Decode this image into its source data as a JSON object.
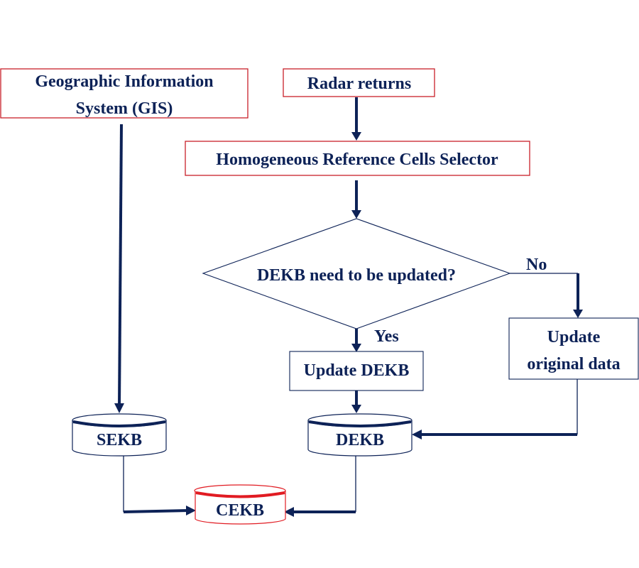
{
  "diagram": {
    "type": "flowchart",
    "colors": {
      "text": "#0d2257",
      "line": "#0d2257",
      "source_border": "#c8202a",
      "output_store": "#e11b22"
    },
    "nodes": {
      "gis": {
        "lines": [
          "Geographic Information",
          "System  (GIS)"
        ],
        "shape": "process-box"
      },
      "radar": {
        "lines": [
          "Radar returns"
        ],
        "shape": "process-box"
      },
      "selector": {
        "lines": [
          "Homogeneous Reference Cells Selector"
        ],
        "shape": "process-box"
      },
      "decision": {
        "lines": [
          "DEKB need to be updated?"
        ],
        "shape": "decision-diamond"
      },
      "update_dekb": {
        "lines": [
          "Update DEKB"
        ],
        "shape": "process-box"
      },
      "update_original": {
        "lines": [
          "Update",
          "original data"
        ],
        "shape": "process-box"
      },
      "sekb": {
        "lines": [
          "SEKB"
        ],
        "shape": "database-cylinder"
      },
      "dekb": {
        "lines": [
          "DEKB"
        ],
        "shape": "database-cylinder"
      },
      "cekb": {
        "lines": [
          "CEKB"
        ],
        "shape": "database-cylinder"
      }
    },
    "edge_labels": {
      "yes": "Yes",
      "no": "No"
    },
    "edges": [
      {
        "from": "radar",
        "to": "selector"
      },
      {
        "from": "selector",
        "to": "decision"
      },
      {
        "from": "decision",
        "to": "update_dekb",
        "label": "Yes"
      },
      {
        "from": "decision",
        "to": "update_original",
        "label": "No"
      },
      {
        "from": "update_dekb",
        "to": "dekb"
      },
      {
        "from": "update_original",
        "to": "dekb"
      },
      {
        "from": "gis",
        "to": "sekb"
      },
      {
        "from": "sekb",
        "to": "cekb"
      },
      {
        "from": "dekb",
        "to": "cekb"
      }
    ]
  }
}
